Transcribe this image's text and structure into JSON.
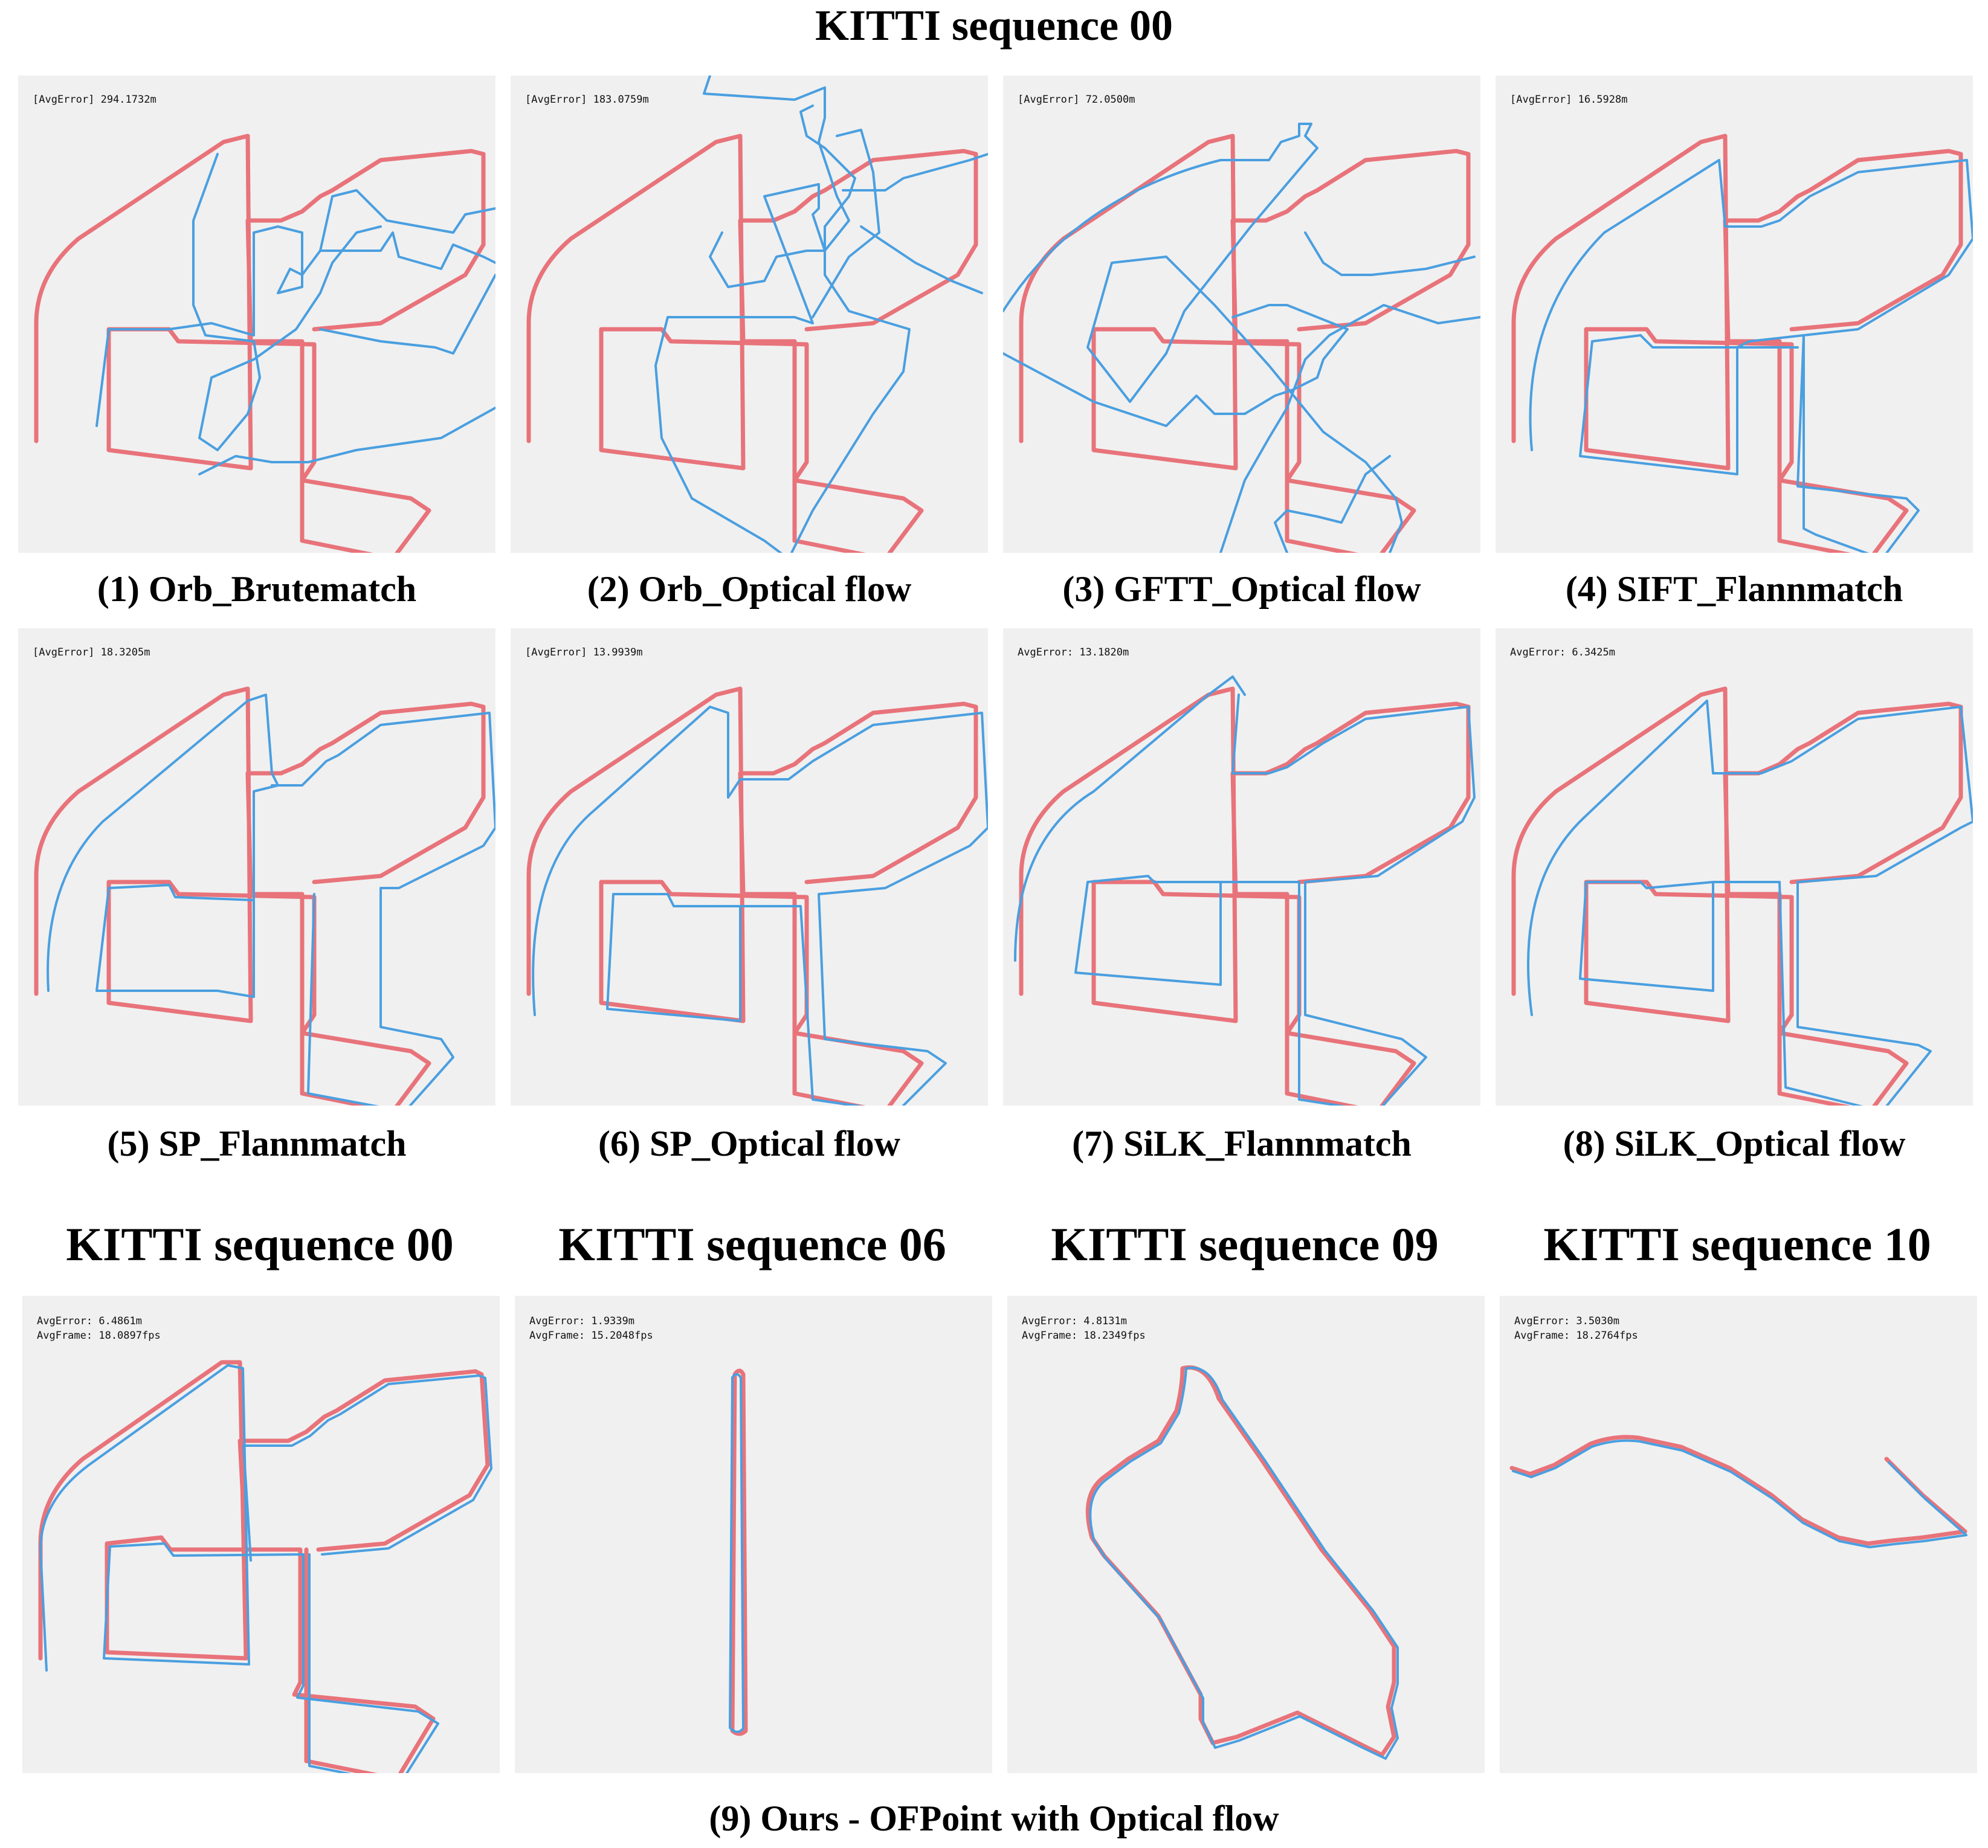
{
  "header": {
    "title": "KITTI sequence 00"
  },
  "panels": [
    {
      "error": "[AvgError] 294.1732m",
      "caption": "(1) Orb_Brutematch"
    },
    {
      "error": "[AvgError] 183.0759m",
      "caption": "(2) Orb_Optical flow"
    },
    {
      "error": "[AvgError] 72.0500m",
      "caption": "(3) GFTT_Optical flow"
    },
    {
      "error": "[AvgError] 16.5928m",
      "caption": "(4) SIFT_Flannmatch"
    },
    {
      "error": "[AvgError] 18.3205m",
      "caption": "(5) SP_Flannmatch"
    },
    {
      "error": "[AvgError] 13.9939m",
      "caption": "(6) SP_Optical flow"
    },
    {
      "error": "AvgError: 13.1820m",
      "caption": "(7) SiLK_Flannmatch"
    },
    {
      "error": "AvgError: 6.3425m",
      "caption": "(8) SiLK_Optical flow"
    }
  ],
  "ours": {
    "caption": "(9) Ours - OFPoint with Optical flow",
    "panels": [
      {
        "sequence": "KITTI sequence 00",
        "error": "AvgError: 6.4861m",
        "frame": "AvgFrame: 18.0897fps"
      },
      {
        "sequence": "KITTI sequence 06",
        "error": "AvgError: 1.9339m",
        "frame": "AvgFrame: 15.2048fps"
      },
      {
        "sequence": "KITTI sequence 09",
        "error": "AvgError: 4.8131m",
        "frame": "AvgFrame: 18.2349fps"
      },
      {
        "sequence": "KITTI sequence 10",
        "error": "AvgError: 3.5030m",
        "frame": "AvgFrame: 18.2764fps"
      }
    ]
  },
  "colors": {
    "ground_truth": "#e8737a",
    "estimated": "#4a9fe0",
    "panel_background": "#f0f0f0"
  }
}
